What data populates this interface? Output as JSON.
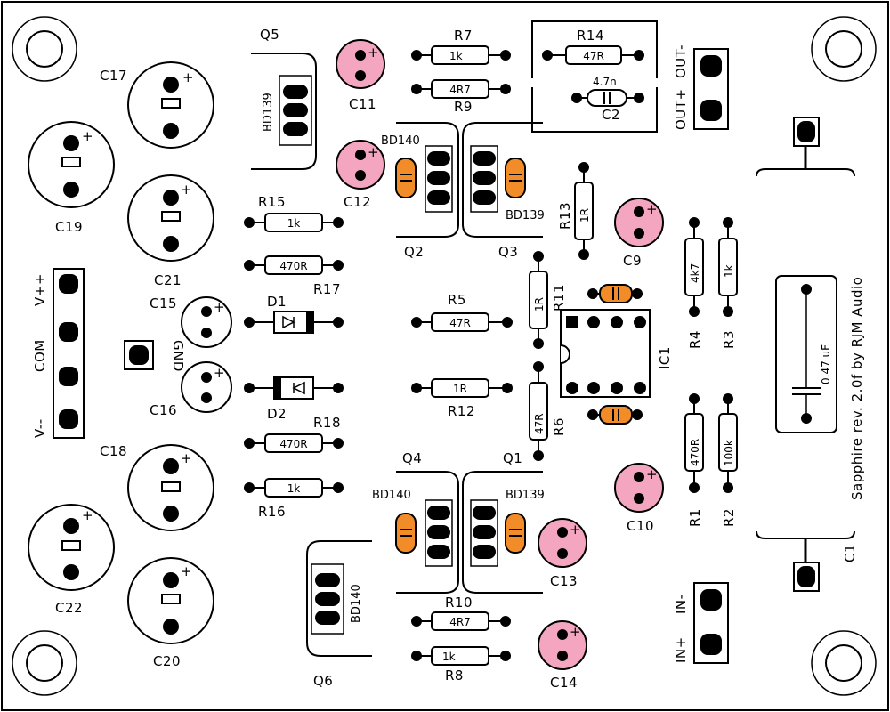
{
  "board": {
    "title": "Sapphire rev. 2.0f by RJM Audio"
  },
  "colors": {
    "film_cap": "#f28c28",
    "small_cap": "#f4a6c0",
    "outline": "#000000",
    "background": "#ffffff"
  },
  "labels": {
    "q5": "Q5",
    "q5_part": "BD139",
    "q2": "Q2",
    "q2_part": "BD140",
    "q3": "Q3",
    "q3_part": "BD139",
    "q4": "Q4",
    "q4_part": "BD140",
    "q1": "Q1",
    "q1_part": "BD139",
    "q6": "Q6",
    "q6_part": "BD140",
    "r7": "R7",
    "r7_val": "1k",
    "r9": "R9",
    "r9_val": "4R7",
    "r14": "R14",
    "r14_val": "47R",
    "c2": "C2",
    "c2_val": "4.7n",
    "r15": "R15",
    "r15_val": "1k",
    "r17": "R17",
    "r17_val": "470R",
    "r18": "R18",
    "r18_val": "470R",
    "r16": "R16",
    "r16_val": "1k",
    "r5": "R5",
    "r5_val": "47R",
    "r12": "R12",
    "r12_val": "1R",
    "r13": "R13",
    "r13_val": "1R",
    "r11": "R11",
    "r11_val": "1R",
    "r6": "R6",
    "r6_val": "47R",
    "r4": "R4",
    "r4_val": "4k7",
    "r3": "R3",
    "r3_val": "1k",
    "r1": "R1",
    "r1_val": "470R",
    "r2": "R2",
    "r2_val": "100k",
    "r10": "R10",
    "r10_val": "4R7",
    "r8": "R8",
    "r8_val": "1k",
    "c1": "C1",
    "c1_val": "0.47 uF",
    "c9": "C9",
    "c10": "C10",
    "c11": "C11",
    "c12": "C12",
    "c13": "C13",
    "c14": "C14",
    "c15": "C15",
    "c16": "C16",
    "c17": "C17",
    "c18": "C18",
    "c19": "C19",
    "c20": "C20",
    "c21": "C21",
    "c22": "C22",
    "d1": "D1",
    "d2": "D2",
    "ic1": "IC1",
    "gnd": "GND",
    "vpp": "V++",
    "com": "COM",
    "vmm": "V--",
    "out_minus": "OUT-",
    "out_plus": "OUT+",
    "in_minus": "IN-",
    "in_plus": "IN+",
    "plus": "+"
  }
}
